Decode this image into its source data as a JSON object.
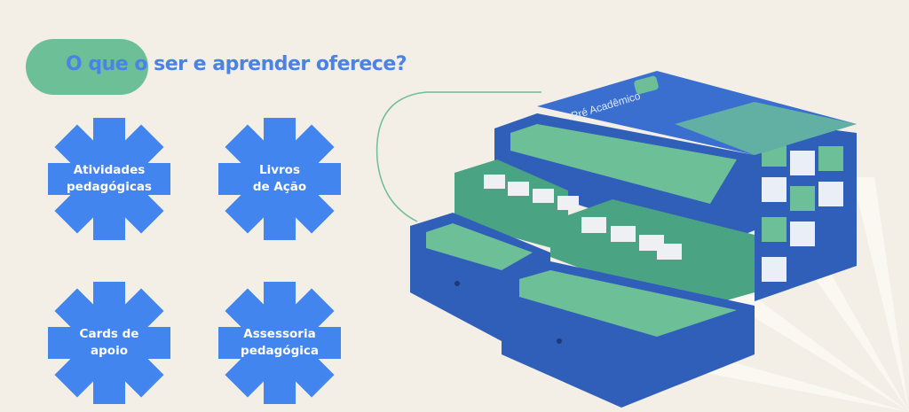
{
  "header": {
    "title": "O que o ser e aprender oferece?"
  },
  "features": [
    {
      "line1": "Atividades",
      "line2": "pedagógicas"
    },
    {
      "line1": "Livros",
      "line2": "de Ação"
    },
    {
      "line1": "Cards de",
      "line2": "apoio"
    },
    {
      "line1": "Assessoria",
      "line2": "pedagógica"
    }
  ],
  "product": {
    "box_label": "Pré Acadêmico"
  },
  "colors": {
    "background": "#f3eee6",
    "accent_blue": "#4285ef",
    "accent_green": "#6dbf98",
    "title_blue": "#4a82e6"
  }
}
